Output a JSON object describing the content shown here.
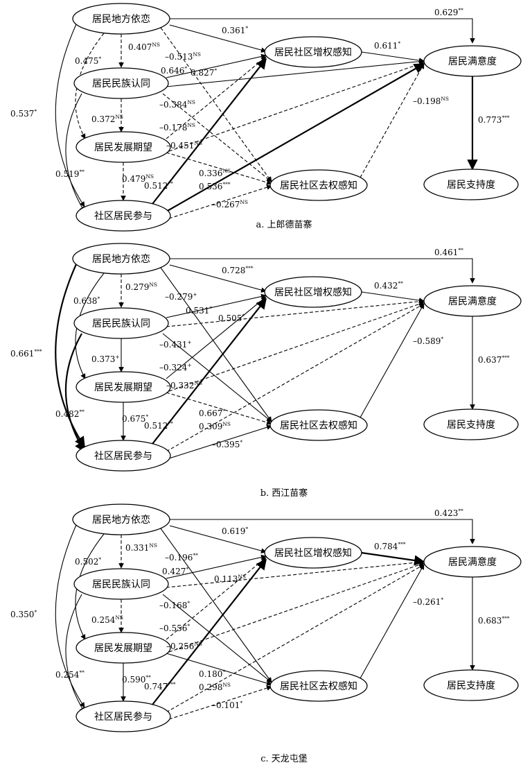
{
  "nodes": {
    "attachment": "居民地方依恋",
    "identity": "居民民族认同",
    "expectation": "居民发展期望",
    "participation": "社区居民参与",
    "empower": "居民社区增权感知",
    "disempower": "居民社区去权感知",
    "satisfaction": "居民满意度",
    "support": "居民支持度"
  },
  "panels": [
    {
      "caption": "a. 上郎德苗寨",
      "coefficients": [
        {
          "id": "att_sat",
          "value": "0.629",
          "sig": "**"
        },
        {
          "id": "att_emp",
          "value": "0.361",
          "sig": "*"
        },
        {
          "id": "att_exp",
          "value": "0.475",
          "sig": "*"
        },
        {
          "id": "att_dis",
          "value": "–0.513",
          "sig": "NS"
        },
        {
          "id": "att_id",
          "value": "0.407",
          "sig": "NS"
        },
        {
          "id": "id_emp",
          "value": "0.646",
          "sig": "*"
        },
        {
          "id": "id_sat",
          "value": "0.827",
          "sig": "*"
        },
        {
          "id": "att_par",
          "value": "0.537",
          "sig": "*"
        },
        {
          "id": "id_dis",
          "value": "–0.384",
          "sig": "NS"
        },
        {
          "id": "id_exp",
          "value": "0.372",
          "sig": "NS"
        },
        {
          "id": "exp_emp",
          "value": "–0.178",
          "sig": "NS"
        },
        {
          "id": "exp_sat",
          "value": "–0.451",
          "sig": "NS"
        },
        {
          "id": "id_par",
          "value": "0.519",
          "sig": "**"
        },
        {
          "id": "exp_par",
          "value": "0.479",
          "sig": "NS"
        },
        {
          "id": "par_emp",
          "value": "0.512",
          "sig": "**"
        },
        {
          "id": "exp_dis",
          "value": "0.336",
          "sig": "NS"
        },
        {
          "id": "par_sat",
          "value": "0.536",
          "sig": "***"
        },
        {
          "id": "par_dis",
          "value": "–0.267",
          "sig": "NS"
        },
        {
          "id": "emp_sat",
          "value": "0.611",
          "sig": "*"
        },
        {
          "id": "dis_sat",
          "value": "–0.198",
          "sig": "NS"
        },
        {
          "id": "sat_sup",
          "value": "0.773",
          "sig": "***"
        }
      ]
    },
    {
      "caption": "b. 西江苗寨",
      "coefficients": [
        {
          "id": "att_sat",
          "value": "0.461",
          "sig": "**"
        },
        {
          "id": "att_emp",
          "value": "0.728",
          "sig": "***"
        },
        {
          "id": "att_id",
          "value": "0.279",
          "sig": "NS"
        },
        {
          "id": "att_dis",
          "value": "–0.279",
          "sig": "+"
        },
        {
          "id": "att_exp",
          "value": "0.638",
          "sig": "*"
        },
        {
          "id": "id_emp",
          "value": "0.531",
          "sig": "*"
        },
        {
          "id": "id_sat",
          "value": "0.505",
          "sig": "*"
        },
        {
          "id": "att_par",
          "value": "0.661",
          "sig": "***"
        },
        {
          "id": "id_dis",
          "value": "–0.431",
          "sig": "+"
        },
        {
          "id": "id_exp",
          "value": "0.373",
          "sig": "+"
        },
        {
          "id": "exp_emp",
          "value": "–0.324",
          "sig": "+"
        },
        {
          "id": "exp_sat",
          "value": "–0.332",
          "sig": "NS"
        },
        {
          "id": "id_par",
          "value": "0.482",
          "sig": "**"
        },
        {
          "id": "exp_par",
          "value": "0.675",
          "sig": "*"
        },
        {
          "id": "exp_dis",
          "value": "0.667",
          "sig": "*"
        },
        {
          "id": "par_emp",
          "value": "0.512",
          "sig": "**"
        },
        {
          "id": "par_sat",
          "value": "0.309",
          "sig": "NS"
        },
        {
          "id": "par_dis",
          "value": "–0.395",
          "sig": "*"
        },
        {
          "id": "emp_sat",
          "value": "0.432",
          "sig": "**"
        },
        {
          "id": "dis_sat",
          "value": "–0.589",
          "sig": "*"
        },
        {
          "id": "sat_sup",
          "value": "0.637",
          "sig": "***"
        }
      ]
    },
    {
      "caption": "c. 天龙屯堡",
      "coefficients": [
        {
          "id": "att_sat",
          "value": "0.423",
          "sig": "**"
        },
        {
          "id": "att_emp",
          "value": "0.619",
          "sig": "*"
        },
        {
          "id": "att_id",
          "value": "0.331",
          "sig": "NS"
        },
        {
          "id": "att_dis",
          "value": "–0.196",
          "sig": "**"
        },
        {
          "id": "att_exp",
          "value": "0.502",
          "sig": "*"
        },
        {
          "id": "id_emp",
          "value": "0.427",
          "sig": "*"
        },
        {
          "id": "id_sat",
          "value": "0.113",
          "sig": "NS"
        },
        {
          "id": "att_par",
          "value": "0.350",
          "sig": "*"
        },
        {
          "id": "id_dis",
          "value": "–0.168",
          "sig": "*"
        },
        {
          "id": "id_exp",
          "value": "0.254",
          "sig": "NS"
        },
        {
          "id": "exp_emp",
          "value": "–0.556",
          "sig": "*"
        },
        {
          "id": "exp_sat",
          "value": "–0.256",
          "sig": "NS"
        },
        {
          "id": "id_par",
          "value": "0.254",
          "sig": "**"
        },
        {
          "id": "exp_par",
          "value": "0.590",
          "sig": "**"
        },
        {
          "id": "exp_dis",
          "value": "0.180",
          "sig": "*"
        },
        {
          "id": "par_emp",
          "value": "0.747",
          "sig": "***"
        },
        {
          "id": "par_sat",
          "value": "0.298",
          "sig": "NS"
        },
        {
          "id": "par_dis",
          "value": "–0.101",
          "sig": "*"
        },
        {
          "id": "emp_sat",
          "value": "0.784",
          "sig": "***"
        },
        {
          "id": "dis_sat",
          "value": "–0.261",
          "sig": "*"
        },
        {
          "id": "sat_sup",
          "value": "0.683",
          "sig": "***"
        }
      ]
    }
  ]
}
